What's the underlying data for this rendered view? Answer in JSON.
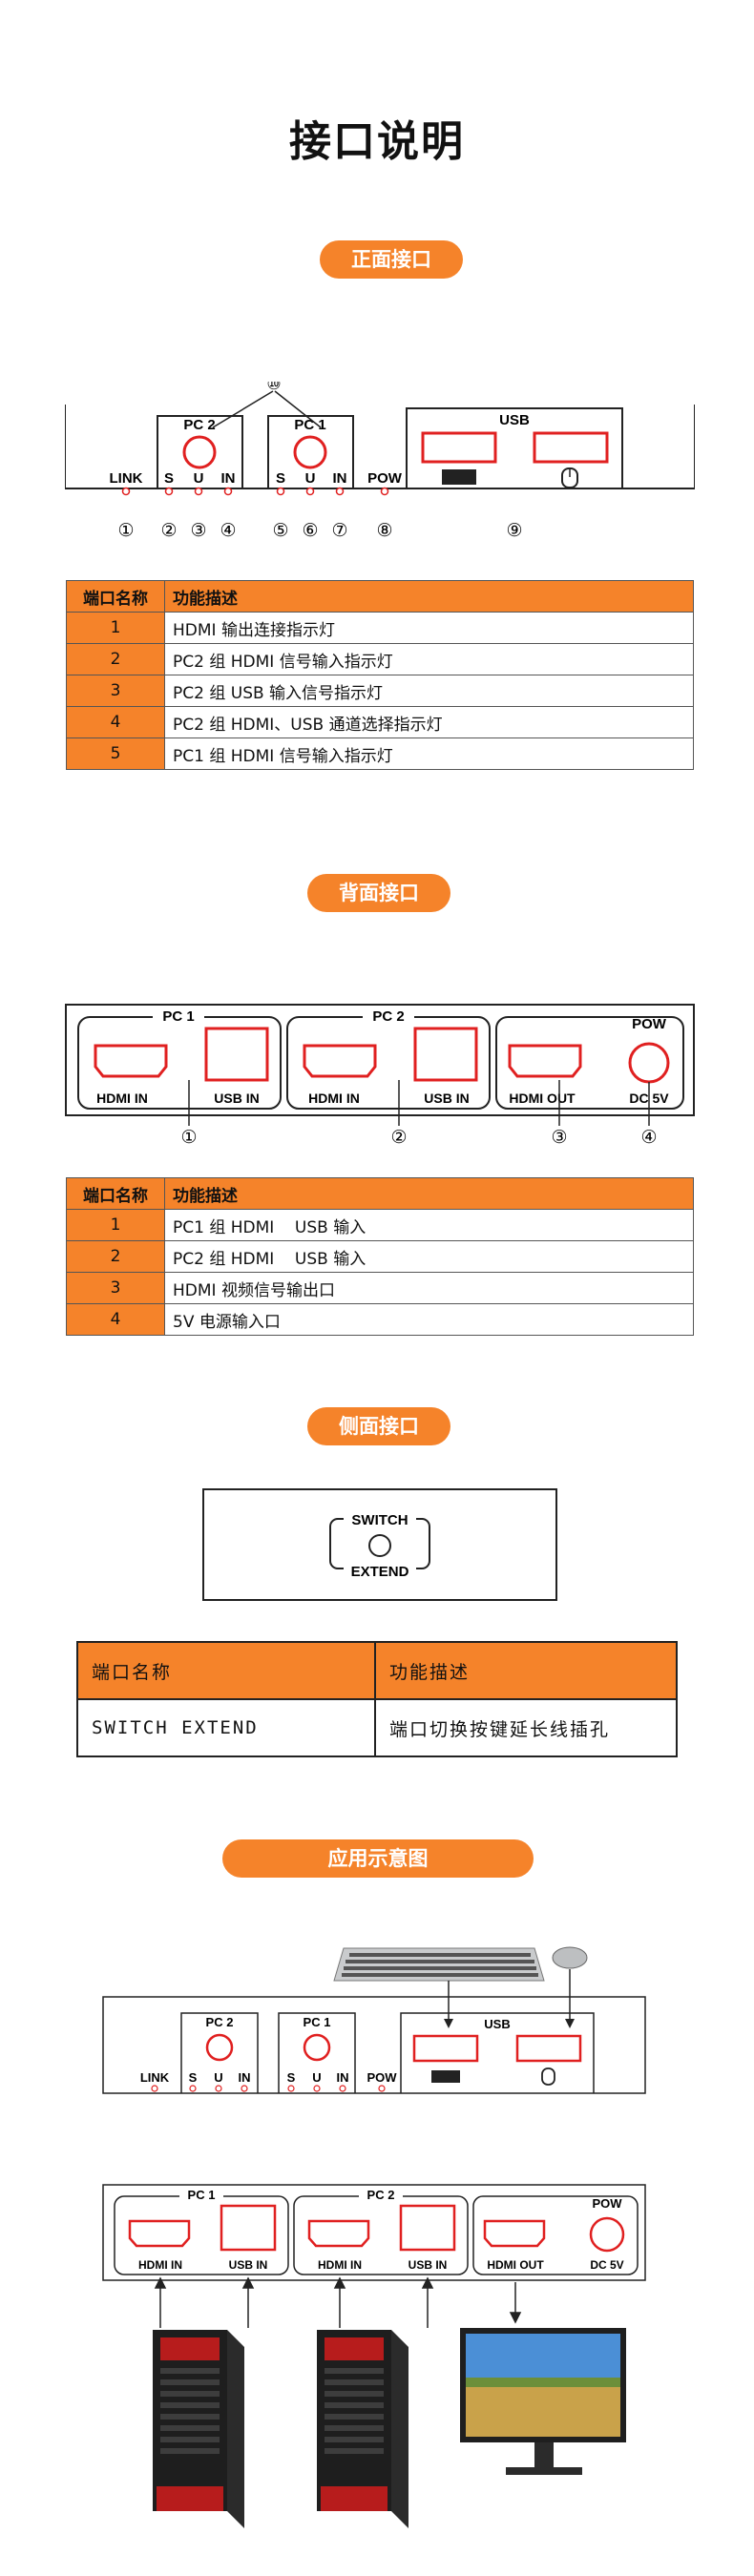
{
  "title": "接口说明",
  "sections": {
    "front": "正面接口",
    "back": "背面接口",
    "side": "侧面接口",
    "app": "应用示意图"
  },
  "front_panel": {
    "pc2": "PC 2",
    "pc1": "PC 1",
    "usb": "USB",
    "link": "LINK",
    "s": "S",
    "u": "U",
    "in": "IN",
    "pow": "POW",
    "marks": [
      "①",
      "②",
      "③",
      "④",
      "⑤",
      "⑥",
      "⑦",
      "⑧",
      "⑨",
      "⑩"
    ]
  },
  "front_table": {
    "headers": [
      "端口名称",
      "功能描述"
    ],
    "rows": [
      {
        "id": "1",
        "desc": "HDMI 输出连接指示灯"
      },
      {
        "id": "2",
        "desc": "PC2 组 HDMI 信号输入指示灯"
      },
      {
        "id": "3",
        "desc": "PC2 组 USB 输入信号指示灯"
      },
      {
        "id": "4",
        "desc": "PC2 组 HDMI、USB 通道选择指示灯"
      },
      {
        "id": "5",
        "desc": "PC1 组 HDMI 信号输入指示灯"
      }
    ]
  },
  "back_panel": {
    "pc1": "PC 1",
    "pc2": "PC 2",
    "pow": "POW",
    "hdmi_in": "HDMI  IN",
    "usb_in": "USB  IN",
    "hdmi_out": "HDMI  OUT",
    "dc5v": "DC 5V",
    "marks": [
      "①",
      "②",
      "③",
      "④"
    ]
  },
  "back_table": {
    "headers": [
      "端口名称",
      "功能描述"
    ],
    "rows": [
      {
        "id": "1",
        "desc": "PC1 组 HDMI    USB 输入"
      },
      {
        "id": "2",
        "desc": "PC2 组 HDMI    USB 输入"
      },
      {
        "id": "3",
        "desc": "HDMI 视频信号输出口"
      },
      {
        "id": "4",
        "desc": "5V 电源输入口"
      }
    ]
  },
  "side_panel": {
    "switch": "SWITCH",
    "extend": "EXTEND"
  },
  "side_table": {
    "headers": [
      "端口名称",
      "功能描述"
    ],
    "rows": [
      {
        "id": "SWITCH EXTEND",
        "desc": "端口切换按键延长线插孔"
      }
    ]
  },
  "colors": {
    "accent": "#f5832a",
    "port_red": "#e02020"
  }
}
